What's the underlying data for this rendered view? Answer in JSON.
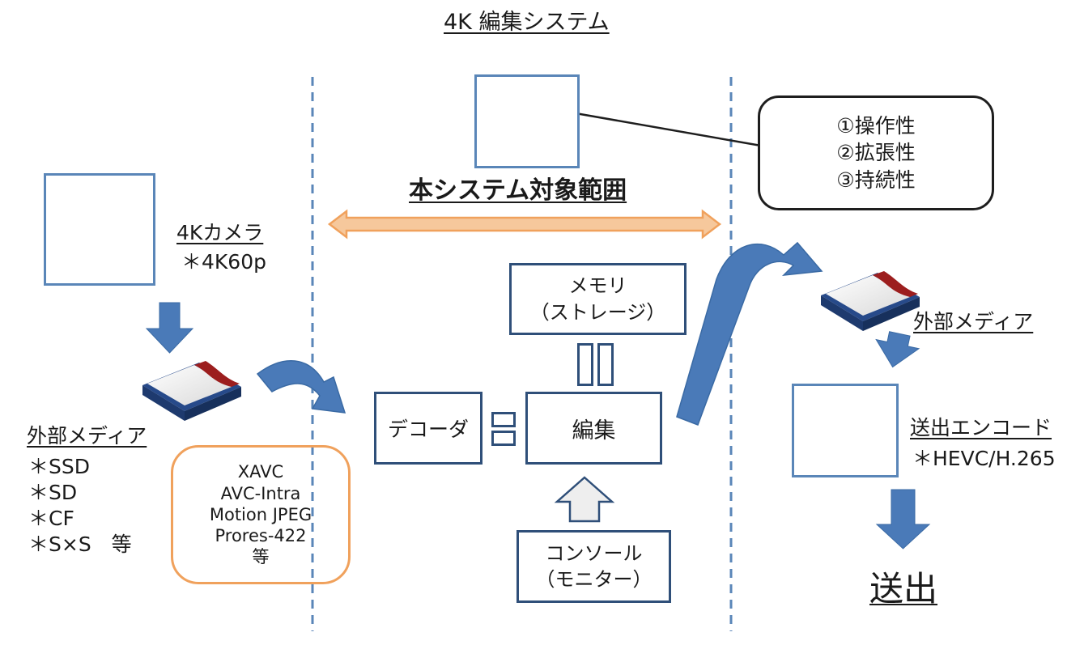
{
  "title": "4K 編集システム",
  "scope_label": "本システム対象範囲",
  "callout_items": [
    "①操作性",
    "②拡張性",
    "③持続性"
  ],
  "input": {
    "camera_label": "4Kカメラ",
    "camera_spec": "＊4K60p",
    "media_label": "外部メディア",
    "media_types": [
      "＊SSD",
      "＊SD",
      "＊CF",
      "＊S×S　等"
    ]
  },
  "codecs": [
    "XAVC",
    "AVC-Intra",
    "Motion JPEG",
    "Prores-422",
    "等"
  ],
  "system": {
    "memory_line1": "メモリ",
    "memory_line2": "（ストレージ）",
    "decoder": "デコーダ",
    "edit": "編集",
    "console_line1": "コンソール",
    "console_line2": "（モニター）"
  },
  "output": {
    "media_label": "外部メディア",
    "encoder_label": "送出エンコード",
    "encoder_spec": "＊HEVC/H.265",
    "final_label": "送出"
  },
  "colors": {
    "arrow_blue": "#4a7ab8",
    "box_border": "#2f4f79",
    "divider": "#5a86b8",
    "codec_border": "#f0a15c",
    "scope_arrow": "#f6c89c"
  }
}
